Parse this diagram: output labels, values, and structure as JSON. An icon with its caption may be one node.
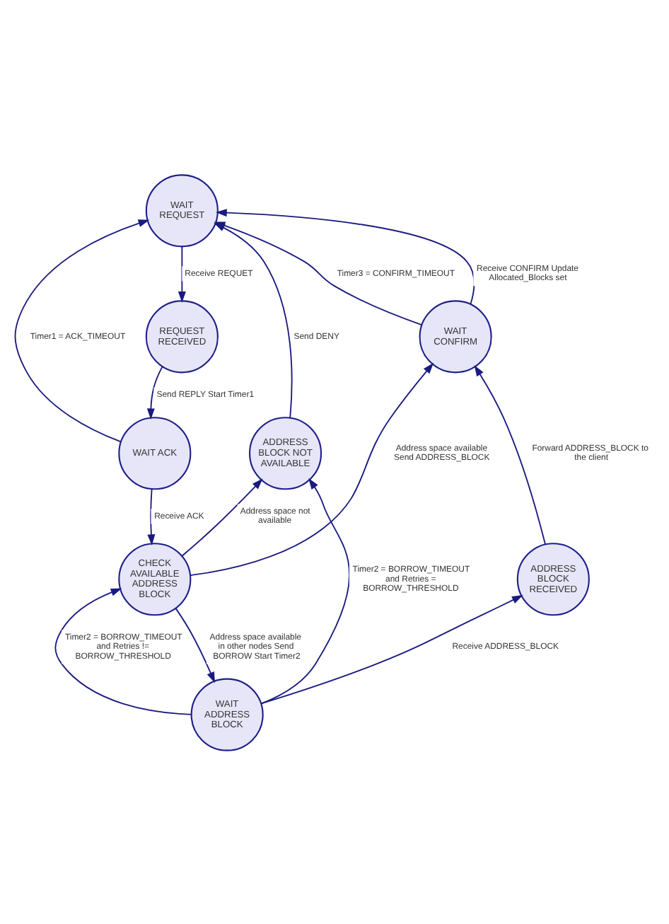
{
  "diagram": {
    "nodes": [
      {
        "text": [
          "WAIT REQUEST"
        ]
      },
      {
        "text": [
          "REQUEST RECEIVED"
        ]
      },
      {
        "text": [
          "WAIT CONFIRM"
        ]
      },
      {
        "text": [
          "WAIT ACK"
        ]
      },
      {
        "text": [
          "ADDRESS BLOCK NOT AVAILABLE"
        ]
      },
      {
        "text": [
          "CHECK AVAILABLE ADDRESS BLOCK"
        ]
      },
      {
        "text": [
          "ADDRESS BLOCK RECEIVED"
        ]
      },
      {
        "text": [
          "WAIT ADDRESS BLOCK"
        ]
      }
    ],
    "edges": [
      {
        "from": 2,
        "to": 0,
        "arrow": "to",
        "label": "Receive CONFIRM Update Allocated_Blocks set"
      },
      {
        "from": 0,
        "to": 1,
        "arrow": "to",
        "label": "Receive REQUET"
      },
      {
        "from": 2,
        "to": 0,
        "arrow": "to",
        "label": "Timer3 = CONFIRM_TIMEOUT"
      },
      {
        "from": 1,
        "to": 3,
        "arrow": "to",
        "label": "Send REPLY Start Timer1"
      },
      {
        "from": 4,
        "to": 0,
        "arrow": "to",
        "label": "Send DENY"
      },
      {
        "from": 3,
        "to": 0,
        "arrow": "to",
        "label": "Timer1 = ACK_TIMEOUT"
      },
      {
        "from": 5,
        "to": 2,
        "arrow": "to",
        "label": "Address space available Send ADDRESS_BLOCK"
      },
      {
        "from": 6,
        "to": 2,
        "arrow": "to",
        "label": "Forward ADDRESS_BLOCK to the client"
      },
      {
        "from": 3,
        "to": 5,
        "arrow": "to",
        "label": "Receive ACK"
      },
      {
        "from": 5,
        "to": 4,
        "arrow": "to",
        "label": "Address space not available"
      },
      {
        "from": 7,
        "to": 5,
        "arrow": "to",
        "label": "Timer2 = BORROW_TIMEOUT and Retries != BORROW_THRESHOLD"
      },
      {
        "from": 5,
        "to": 7,
        "arrow": "to",
        "label": "Address space available in other nodes Send BORROW Start Timer2"
      },
      {
        "from": 7,
        "to": 6,
        "arrow": "to",
        "label": "Receive ADDRESS_BLOCK"
      },
      {
        "from": 7,
        "to": 4,
        "arrow": "to",
        "label": "Timer2 = BORROW_TIMEOUT and Retries = BORROW_THRESHOLD"
      }
    ]
  }
}
